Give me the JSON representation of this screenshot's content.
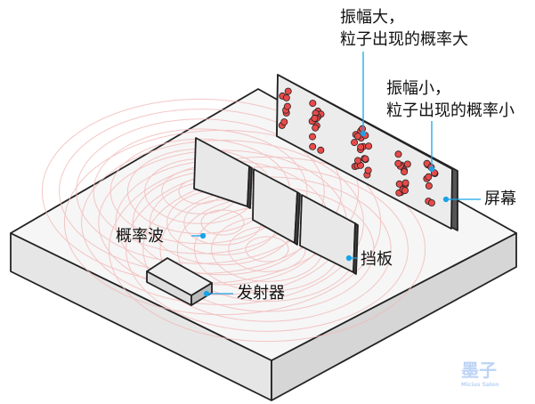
{
  "title": "概率波双缝/多缝示意图",
  "labels": {
    "large_amp_line1": "振幅大，",
    "large_amp_line2": "粒子出现的概率大",
    "small_amp_line1": "振幅小，",
    "small_amp_line2": "粒子出现的概率小",
    "screen": "屏幕",
    "barrier": "挡板",
    "probability_wave": "概率波",
    "emitter": "发射器"
  },
  "logo": {
    "text": "墨子",
    "subtext": "Micius Salon"
  },
  "colors": {
    "dot": "#e84a4a",
    "leader": "#1aa3e8",
    "wave": "#f3b8b8",
    "surface": "#f4f4f4",
    "logo": "#bcd3f5"
  }
}
